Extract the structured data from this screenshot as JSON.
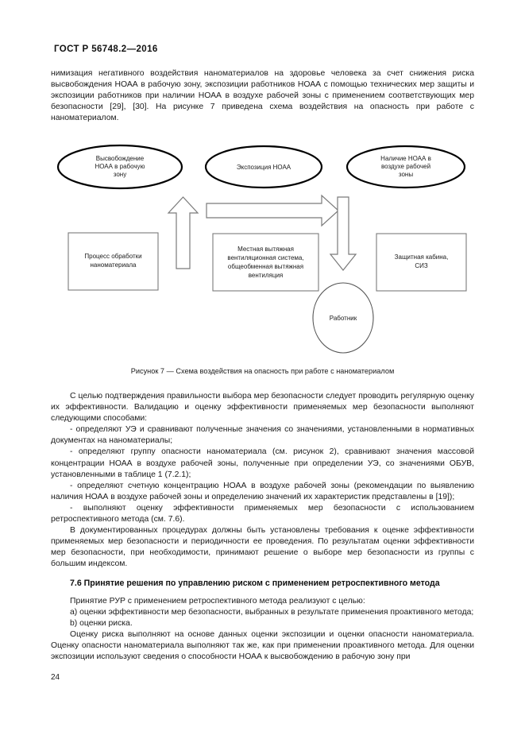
{
  "document": {
    "standard_header": "ГОСТ Р 56748.2—2016",
    "page_number": "24"
  },
  "top_text": {
    "paragraph_1": "нимизация негативного воздействия наноматериалов на здоровье человека за счет снижения риска высвобождения НОАА в рабочую зону, экспозиции работников НОАА с помощью технических мер защиты и экспозиции работников при наличии НОАА в воздухе рабочей зоны с применением соответствующих мер безопасности [29], [30]. На рисунке 7 приведена схема воздействия на опасность при работе с наноматериалом."
  },
  "figure": {
    "caption": "Рисунок 7 — Схема воздействия на опасность при работе с наноматериалом",
    "nodes": {
      "ellipse_release": [
        "Высвобождение",
        "НОАА в рабочую",
        "зону"
      ],
      "ellipse_exposure": [
        "Экспозиция НОАА"
      ],
      "ellipse_presence": [
        "Наличие НОАА в",
        "воздухе рабочей",
        "зоны"
      ],
      "box_process": [
        "Процесс обработки",
        "наноматериала"
      ],
      "box_ventilation": [
        "Местная вытяжная",
        "вентиляционная система,",
        "общеобменная вытяжная",
        "вентиляция"
      ],
      "box_cabin": [
        "Защитная кабина,",
        "СИЗ"
      ],
      "ellipse_worker": [
        "Работник"
      ]
    },
    "arrows": {
      "up_arrow": "process-to-release",
      "right_arrow": "release-to-presence",
      "down_arrow": "presence-to-worker"
    }
  },
  "bottom_text": {
    "paragraph_1": "С целью подтверждения правильности выбора мер безопасности следует проводить регулярную оценку их эффективности. Валидацию и оценку эффективности применяемых мер безопасности выполняют следующими способами:",
    "bullet_1": "- определяют УЭ и сравнивают полученные значения со значениями, установленными в нормативных документах на наноматериалы;",
    "bullet_2": "- определяют группу опасности наноматериала (см. рисунок 2), сравнивают значения массовой концентрации НОАА в воздухе рабочей зоны, полученные при определении УЭ, со значениями ОБУВ, установленными в таблице 1 (7.2.1);",
    "bullet_3": "- определяют счетную концентрацию НОАА в воздухе рабочей зоны (рекомендации по выявлению наличия НОАА в воздухе рабочей зоны и определению значений их характеристик представлены в [19]);",
    "bullet_4": "- выполняют оценку эффективности применяемых мер безопасности с использованием ретроспективного метода (см. 7.6).",
    "paragraph_2": "В документированных процедурах должны быть установлены требования к оценке эффективности применяемых мер безопасности и периодичности ее проведения. По результатам оценки эффективности мер безопасности, при необходимости, принимают решение о выборе мер безопасности из группы с большим индексом.",
    "section_heading": "7.6  Принятие решения по управлению риском с применением ретроспективного метода",
    "paragraph_3": "Принятие РУР с применением ретроспективного метода реализуют с целью:",
    "list_a": "a)  оценки эффективности мер безопасности, выбранных в результате применения проактивного метода;",
    "list_b": "b)  оценки риска.",
    "paragraph_4": "Оценку риска выполняют на основе данных оценки экспозиции и оценки опасности наноматериала. Оценку опасности наноматериала выполняют так же, как при применении проактивного метода. Для оценки экспозиции используют сведения о способности НОАА к высвобождению в рабочую зону при"
  },
  "colors": {
    "text": "#1a1a1a",
    "ellipse_bold_stroke": "#000000",
    "box_stroke": "#7a7a7a",
    "arrow_stroke": "#7a7a7a",
    "background": "#ffffff"
  }
}
